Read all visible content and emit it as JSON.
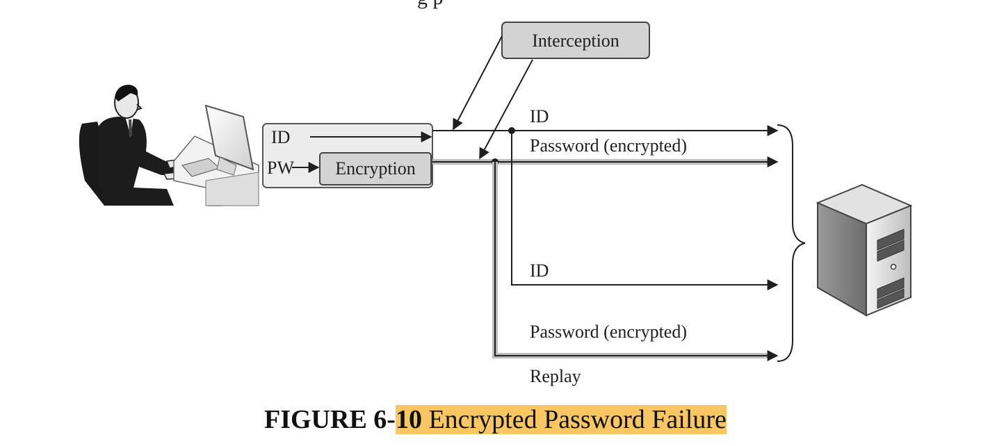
{
  "diagram": {
    "interception_label": "Interception",
    "client_box": {
      "id_label": "ID",
      "pw_label": "PW",
      "encryption_label": "Encryption"
    },
    "channel_labels": {
      "id_top": "ID",
      "password_top": "Password (encrypted)",
      "id_replay": "ID",
      "password_replay": "Password (encrypted)",
      "replay": "Replay"
    }
  },
  "caption": {
    "figure_number": "FIGURE 6-",
    "highlight_number": "10",
    "title": "Encrypted Password Failure"
  },
  "colors": {
    "highlight": "#f8c761",
    "box_fill": "#d3d3d3",
    "client_box_fill": "#ececec"
  }
}
